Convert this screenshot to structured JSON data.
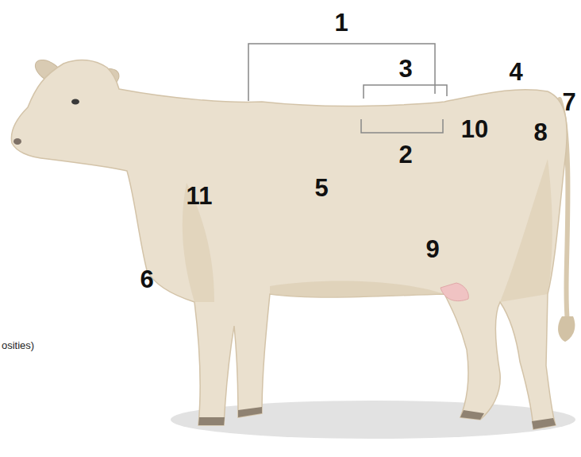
{
  "diagram": {
    "labels": [
      "1",
      "3",
      "4",
      "7",
      "2",
      "10",
      "8",
      "11",
      "5",
      "9",
      "6",
      "osities)"
    ]
  }
}
